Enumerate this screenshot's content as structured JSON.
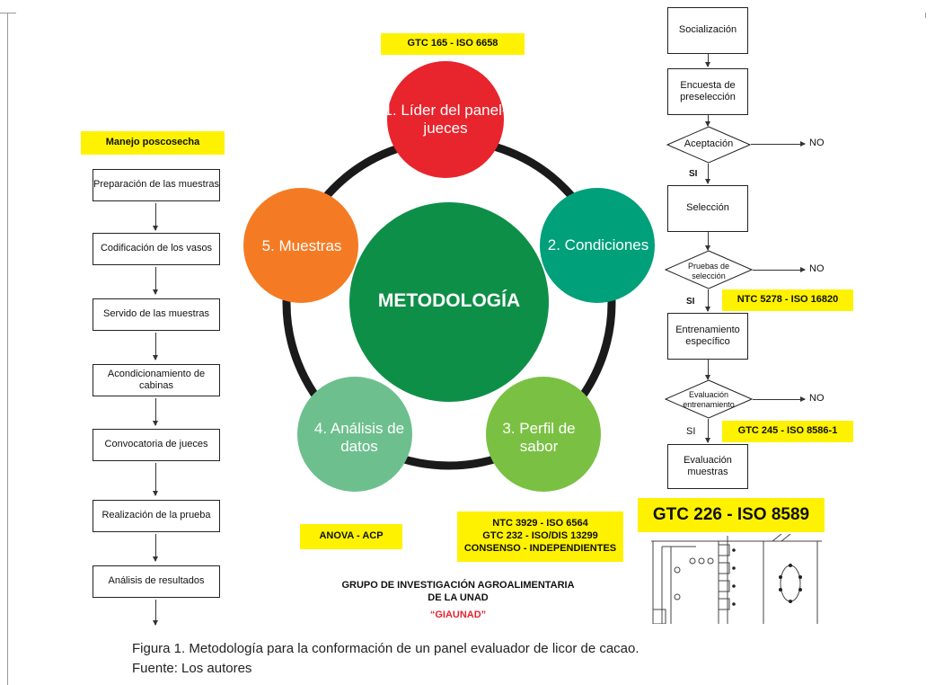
{
  "colors": {
    "red": "#e8242d",
    "teal": "#00a07a",
    "green": "#0e8f48",
    "lime": "#7ac143",
    "orange": "#f47b24",
    "mint": "#6dc08e",
    "yellow": "#fff200",
    "ring": "#1a1a1a"
  },
  "standards": {
    "top": "GTC 165 - ISO 6658",
    "anova": "ANOVA - ACP",
    "profile": [
      "NTC 3929 - ISO 6564",
      "GTC 232 - ISO/DIS 13299",
      "CONSENSO - INDEPENDIENTES"
    ],
    "ntc5278": "NTC 5278 - ISO 16820",
    "gtc245": "GTC 245 - ISO 8586-1",
    "gtc226": "GTC 226 - ISO 8589"
  },
  "cycle": {
    "center": "METODOLOGÍA",
    "nodes": [
      "1. Líder del panel-jueces",
      "2. Condiciones",
      "3. Perfil de sabor",
      "4. Análisis de datos",
      "5. Muestras"
    ]
  },
  "left": {
    "title": "Manejo poscosecha",
    "steps": [
      "Preparación de las muestras",
      "Codificación de los vasos",
      "Servido de las muestras",
      "Acondicionamiento de cabinas",
      "Convocatoria de jueces",
      "Realización de la prueba",
      "Análisis de resultados"
    ]
  },
  "right": {
    "socializacion": "Socialización",
    "encuesta": "Encuesta de preselección",
    "aceptacion": "Aceptación",
    "seleccion": "Selección",
    "pruebas": "Pruebas de selección",
    "entrenamiento": "Entrenamiento específico",
    "evaluacion_entr": "Evaluación entrenamiento",
    "evaluacion_muestras": "Evaluación muestras",
    "no": "NO",
    "si": "SI"
  },
  "group": {
    "line1": "GRUPO DE INVESTIGACIÓN AGROALIMENTARIA",
    "line2": "DE LA UNAD",
    "acronym": "“GIAUNAD”"
  },
  "caption": {
    "figure_label": "Figura 1.",
    "figure_text": "Metodología para la conformación de un panel evaluador de licor de cacao.",
    "source_label": "Fuente:",
    "source_text": "Los autores"
  }
}
